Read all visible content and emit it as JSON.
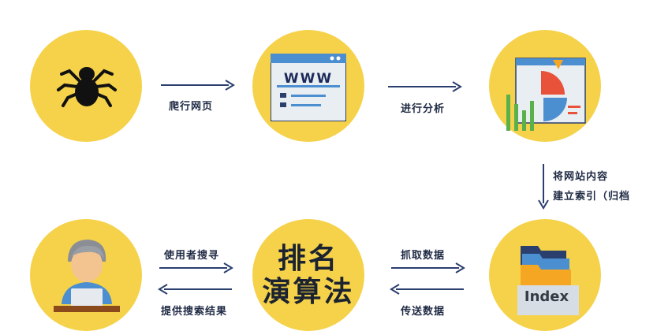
{
  "steps": {
    "crawl": "爬行网页",
    "analyze": "进行分析",
    "index_line1": "将网站内容",
    "index_line2": "建立索引（归档",
    "fetch": "抓取数据",
    "send": "传送数据",
    "user_search": "使用者搜寻",
    "results": "提供搜索结果"
  },
  "nodes": {
    "www_text": "WWW",
    "ranking_line1": "排名",
    "ranking_line2": "演算法",
    "index_text": "Index"
  },
  "colors": {
    "circle": "#f5d24a",
    "arrow": "#2a3f6e",
    "browser_blue": "#4c8fd0",
    "chart_red": "#e8523a",
    "chart_green": "#5ab04a",
    "chart_orange": "#f5a623"
  }
}
